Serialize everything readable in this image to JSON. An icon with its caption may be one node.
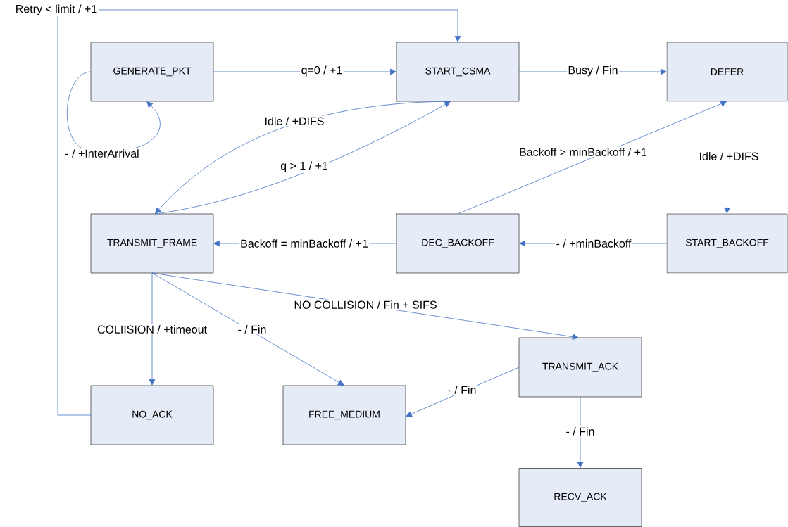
{
  "diagram": {
    "nodes": [
      {
        "text": [
          "GENERATE_PKT"
        ]
      },
      {
        "text": [
          "START_CSMA"
        ]
      },
      {
        "text": [
          "DEFER"
        ]
      },
      {
        "text": [
          "TRANSMIT_FRAME"
        ]
      },
      {
        "text": [
          "DEC_BACKOFF"
        ]
      },
      {
        "text": [
          "START_BACKOFF"
        ]
      },
      {
        "text": [
          "TRANSMIT_ACK"
        ]
      },
      {
        "text": [
          "NO_ACK"
        ]
      },
      {
        "text": [
          "FREE_MEDIUM"
        ]
      },
      {
        "text": [
          "RECV_ACK"
        ]
      }
    ],
    "edges": [
      {
        "from": 0,
        "to": 1,
        "arrow": "to",
        "label": "q=0 / +1"
      },
      {
        "from": 1,
        "to": 2,
        "arrow": "to",
        "label": "Busy / Fin"
      },
      {
        "from": 0,
        "to": 0,
        "arrow": "to",
        "label": "- / +InterArrival"
      },
      {
        "from": 1,
        "to": 3,
        "arrow": "to",
        "label": "Idle / +DIFS"
      },
      {
        "from": 3,
        "to": 1,
        "arrow": "to",
        "label": "q > 1 / +1"
      },
      {
        "from": 4,
        "to": 2,
        "arrow": "to",
        "label": "Backoff > minBackoff / +1"
      },
      {
        "from": 2,
        "to": 5,
        "arrow": "to",
        "label": "Idle / +DIFS"
      },
      {
        "from": 5,
        "to": 4,
        "arrow": "to",
        "label": "- / +minBackoff"
      },
      {
        "from": 4,
        "to": 3,
        "arrow": "to",
        "label": "Backoff = minBackoff / +1"
      },
      {
        "from": 3,
        "to": 7,
        "arrow": "to",
        "label": "COLIISION / +timeout"
      },
      {
        "from": 3,
        "to": 8,
        "arrow": "to",
        "label": "- / Fin"
      },
      {
        "from": 3,
        "to": 6,
        "arrow": "to",
        "label": "NO COLLISION / Fin + SIFS"
      },
      {
        "from": 6,
        "to": 8,
        "arrow": "to",
        "label": "- / Fin"
      },
      {
        "from": 6,
        "to": 9,
        "arrow": "to",
        "label": "- / Fin"
      },
      {
        "from": 7,
        "to": 1,
        "arrow": "to",
        "label": "Retry < limit / +1"
      }
    ]
  }
}
